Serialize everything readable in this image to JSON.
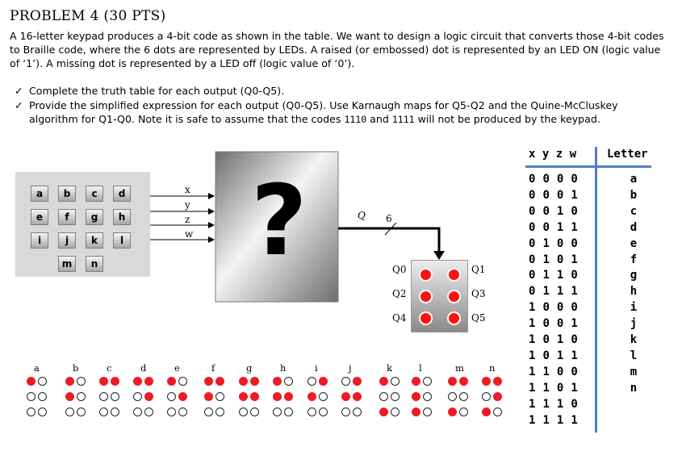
{
  "title": "PROBLEM 4 (30 PTS)",
  "paragraph": "A 16-letter keypad produces a 4-bit code as shown in the table. We want to design a logic circuit that converts those 4-bit codes to Braille code, where the 6 dots are represented by LEDs. A raised (or embossed) dot is represented by an LED ON (logic value of ‘1’). A missing dot is represented by a LED off (logic value of ‘0’).",
  "bullet1": "Complete the truth table for each output (Q0-Q5).",
  "bullet2_a": "Provide the simplified expression for each output (Q0-Q5). Use Karnaugh maps for Q5-Q2 and the Quine-McCluskey algorithm for Q1-Q0. Note it is safe to assume that the codes",
  "code1": "1110",
  "bullet2_and": "and",
  "code2": "1111",
  "bullet2_b": "will not be produced by the keypad.",
  "check": "✓",
  "keypad": [
    "a",
    "b",
    "c",
    "d",
    "e",
    "f",
    "g",
    "h",
    "i",
    "j",
    "k",
    "l",
    "m",
    "n"
  ],
  "inputs": [
    "x",
    "y",
    "z",
    "w"
  ],
  "box_symbol": "?",
  "bus_label": "Q",
  "bus_width": "6",
  "outputs": [
    "Q0",
    "Q1",
    "Q2",
    "Q3",
    "Q4",
    "Q5"
  ],
  "braille": [
    {
      "letter": "a",
      "dots": [
        1,
        0,
        0,
        0,
        0,
        0
      ]
    },
    {
      "letter": "b",
      "dots": [
        1,
        0,
        1,
        0,
        0,
        0
      ]
    },
    {
      "letter": "c",
      "dots": [
        1,
        1,
        0,
        0,
        0,
        0
      ]
    },
    {
      "letter": "d",
      "dots": [
        1,
        1,
        0,
        1,
        0,
        0
      ]
    },
    {
      "letter": "e",
      "dots": [
        1,
        0,
        0,
        1,
        0,
        0
      ]
    },
    {
      "letter": "f",
      "dots": [
        1,
        1,
        1,
        0,
        0,
        0
      ]
    },
    {
      "letter": "g",
      "dots": [
        1,
        1,
        1,
        1,
        0,
        0
      ]
    },
    {
      "letter": "h",
      "dots": [
        1,
        0,
        1,
        1,
        0,
        0
      ]
    },
    {
      "letter": "i",
      "dots": [
        0,
        1,
        1,
        0,
        0,
        0
      ]
    },
    {
      "letter": "j",
      "dots": [
        0,
        1,
        1,
        1,
        0,
        0
      ]
    },
    {
      "letter": "k",
      "dots": [
        1,
        0,
        0,
        0,
        1,
        0
      ]
    },
    {
      "letter": "l",
      "dots": [
        1,
        0,
        1,
        0,
        1,
        0
      ]
    },
    {
      "letter": "m",
      "dots": [
        1,
        1,
        0,
        0,
        1,
        0
      ]
    },
    {
      "letter": "n",
      "dots": [
        1,
        1,
        0,
        1,
        1,
        0
      ]
    }
  ],
  "table": {
    "header_inputs": "x y z w",
    "header_letter": "Letter",
    "rows": [
      {
        "code": "0 0 0 0",
        "letter": "a"
      },
      {
        "code": "0 0 0 1",
        "letter": "b"
      },
      {
        "code": "0 0 1 0",
        "letter": "c"
      },
      {
        "code": "0 0 1 1",
        "letter": "d"
      },
      {
        "code": "0 1 0 0",
        "letter": "e"
      },
      {
        "code": "0 1 0 1",
        "letter": "f"
      },
      {
        "code": "0 1 1 0",
        "letter": "g"
      },
      {
        "code": "0 1 1 1",
        "letter": "h"
      },
      {
        "code": "1 0 0 0",
        "letter": "i"
      },
      {
        "code": "1 0 0 1",
        "letter": "j"
      },
      {
        "code": "1 0 1 0",
        "letter": "k"
      },
      {
        "code": "1 0 1 1",
        "letter": "l"
      },
      {
        "code": "1 1 0 0",
        "letter": "m"
      },
      {
        "code": "1 1 0 1",
        "letter": "n"
      },
      {
        "code": "1 1 1 0",
        "letter": ""
      },
      {
        "code": "1 1 1 1",
        "letter": ""
      }
    ]
  },
  "colors": {
    "led_red": "#ff1010",
    "dot_red": "#ee1b24",
    "table_line": "#4f81bd"
  }
}
